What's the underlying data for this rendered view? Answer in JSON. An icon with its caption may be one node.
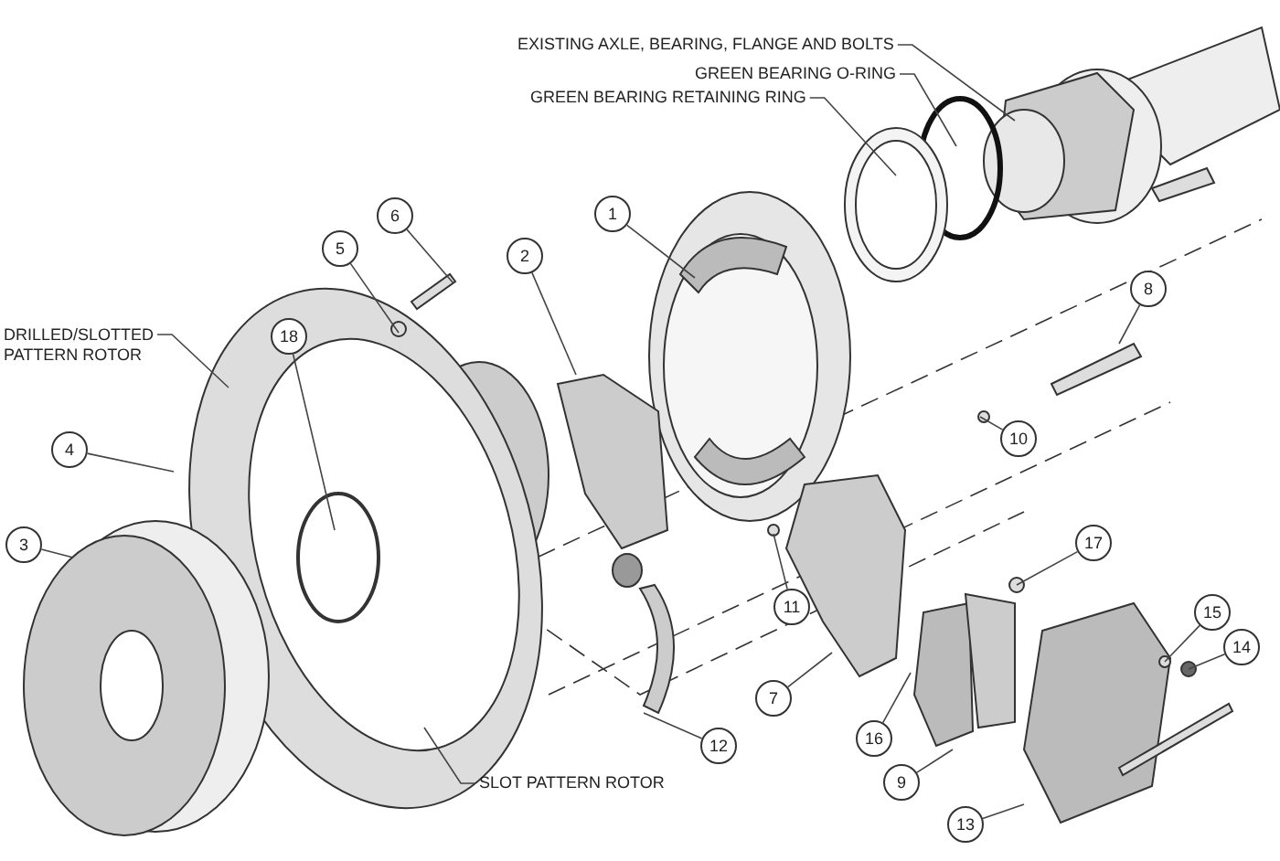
{
  "diagram": {
    "nodes": [
      {
        "text": [
          "EXISTING AXLE, BEARING, FLANGE AND BOLTS"
        ]
      },
      {
        "text": [
          "GREEN BEARING O-RING"
        ]
      },
      {
        "text": [
          "GREEN BEARING RETAINING RING"
        ]
      },
      {
        "text": [
          "1"
        ]
      },
      {
        "text": [
          "6"
        ]
      },
      {
        "text": [
          "2"
        ]
      },
      {
        "text": [
          "5"
        ]
      },
      {
        "text": [
          "8"
        ]
      },
      {
        "text": [
          "18"
        ]
      },
      {
        "text": [
          "DRILLED/SLOTTED PATTERN ROTOR"
        ]
      },
      {
        "text": [
          "4"
        ]
      },
      {
        "text": [
          "10"
        ]
      },
      {
        "text": [
          "3"
        ]
      },
      {
        "text": [
          "17"
        ]
      },
      {
        "text": [
          "11"
        ]
      },
      {
        "text": [
          "15"
        ]
      },
      {
        "text": [
          "14"
        ]
      },
      {
        "text": [
          "7"
        ]
      },
      {
        "text": [
          "16"
        ]
      },
      {
        "text": [
          "12"
        ]
      },
      {
        "text": [
          "9"
        ]
      },
      {
        "text": [
          "SLOT PATTERN ROTOR"
        ]
      },
      {
        "text": [
          "13"
        ]
      }
    ],
    "edges": [
      {
        "from": 0,
        "to": null,
        "arrow": "none"
      },
      {
        "from": 1,
        "to": null,
        "arrow": "none"
      },
      {
        "from": 2,
        "to": null,
        "arrow": "none"
      },
      {
        "from": 3,
        "to": null,
        "arrow": "none"
      },
      {
        "from": 4,
        "to": null,
        "arrow": "none"
      },
      {
        "from": 5,
        "to": null,
        "arrow": "none"
      },
      {
        "from": 6,
        "to": null,
        "arrow": "none"
      },
      {
        "from": 7,
        "to": null,
        "arrow": "none"
      },
      {
        "from": 8,
        "to": null,
        "arrow": "none"
      },
      {
        "from": 9,
        "to": null,
        "arrow": "none"
      },
      {
        "from": 10,
        "to": null,
        "arrow": "none"
      },
      {
        "from": 11,
        "to": null,
        "arrow": "none"
      },
      {
        "from": 12,
        "to": null,
        "arrow": "none"
      },
      {
        "from": 13,
        "to": null,
        "arrow": "none"
      },
      {
        "from": 14,
        "to": null,
        "arrow": "none"
      },
      {
        "from": 15,
        "to": null,
        "arrow": "none"
      },
      {
        "from": 16,
        "to": null,
        "arrow": "none"
      },
      {
        "from": 17,
        "to": null,
        "arrow": "none"
      },
      {
        "from": 18,
        "to": null,
        "arrow": "none"
      },
      {
        "from": 19,
        "to": null,
        "arrow": "none"
      },
      {
        "from": 20,
        "to": null,
        "arrow": "none"
      },
      {
        "from": 21,
        "to": null,
        "arrow": "none"
      },
      {
        "from": 22,
        "to": null,
        "arrow": "none"
      }
    ]
  }
}
